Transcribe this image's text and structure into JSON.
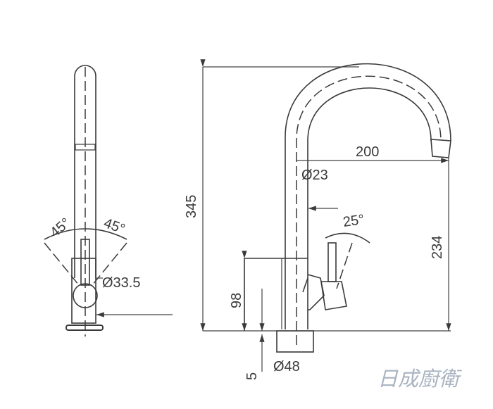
{
  "dimensions": {
    "height_total": "345",
    "reach": "200",
    "spout_diameter": "Ø23",
    "spout_height": "234",
    "handle_angle": "25°",
    "body_height": "98",
    "base_diameter": "Ø48",
    "base_offset": "5",
    "swivel_left": "45°",
    "swivel_right": "45°",
    "body_diameter": "Ø33.5"
  },
  "watermark": "日成廚衛"
}
